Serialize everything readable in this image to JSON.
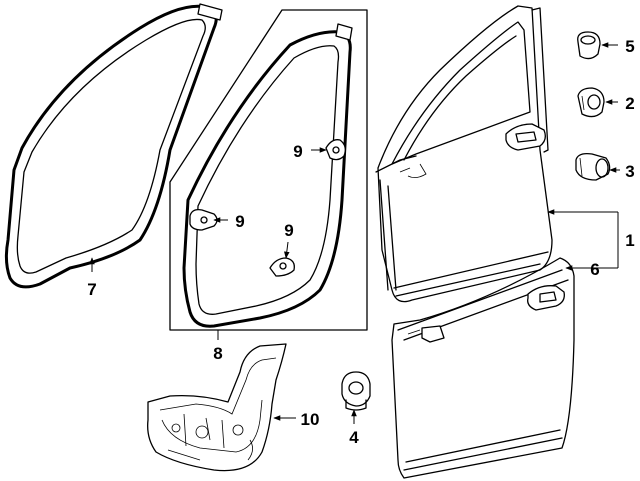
{
  "callouts": {
    "c1": "1",
    "c2": "2",
    "c3": "3",
    "c4": "4",
    "c5": "5",
    "c6": "6",
    "c7": "7",
    "c8": "8",
    "c9a": "9",
    "c9b": "9",
    "c9c": "9",
    "c10": "10"
  }
}
